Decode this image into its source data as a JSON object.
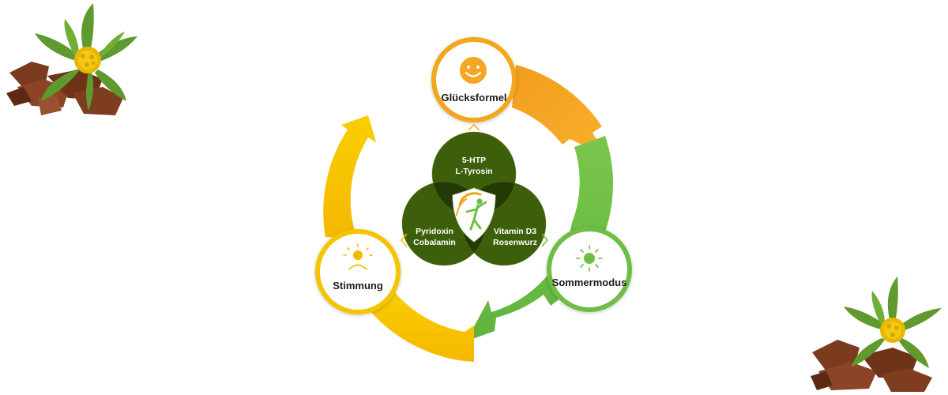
{
  "cycle": {
    "nodes": [
      {
        "id": "top",
        "label": "Glücksformel",
        "icon": "smiley-face-icon",
        "color": "#F2A71B"
      },
      {
        "id": "right",
        "label": "Sommermodus",
        "icon": "sun-icon",
        "color": "#6EBE44"
      },
      {
        "id": "left",
        "label": "Stimmung",
        "icon": "sunrise-icon",
        "color": "#F5C400"
      }
    ],
    "arrow_colors": {
      "orange": "#F6A821",
      "green": "#6CBE45",
      "yellow": "#F7C600"
    }
  },
  "venn": {
    "circles": [
      {
        "line1": "5-HTP",
        "line2": "L-Tyrosin"
      },
      {
        "line1": "Pyridoxin",
        "line2": "Cobalamin"
      },
      {
        "line1": "Vitamin D3",
        "line2": "Rosenwurz"
      }
    ],
    "circle_color": "#3D5E0A",
    "overlap_color": "#223805",
    "center_logo": "shield-person-logo"
  },
  "decorations": [
    {
      "name": "rhodiola-plant-top-left"
    },
    {
      "name": "rhodiola-plant-bottom-right"
    }
  ]
}
